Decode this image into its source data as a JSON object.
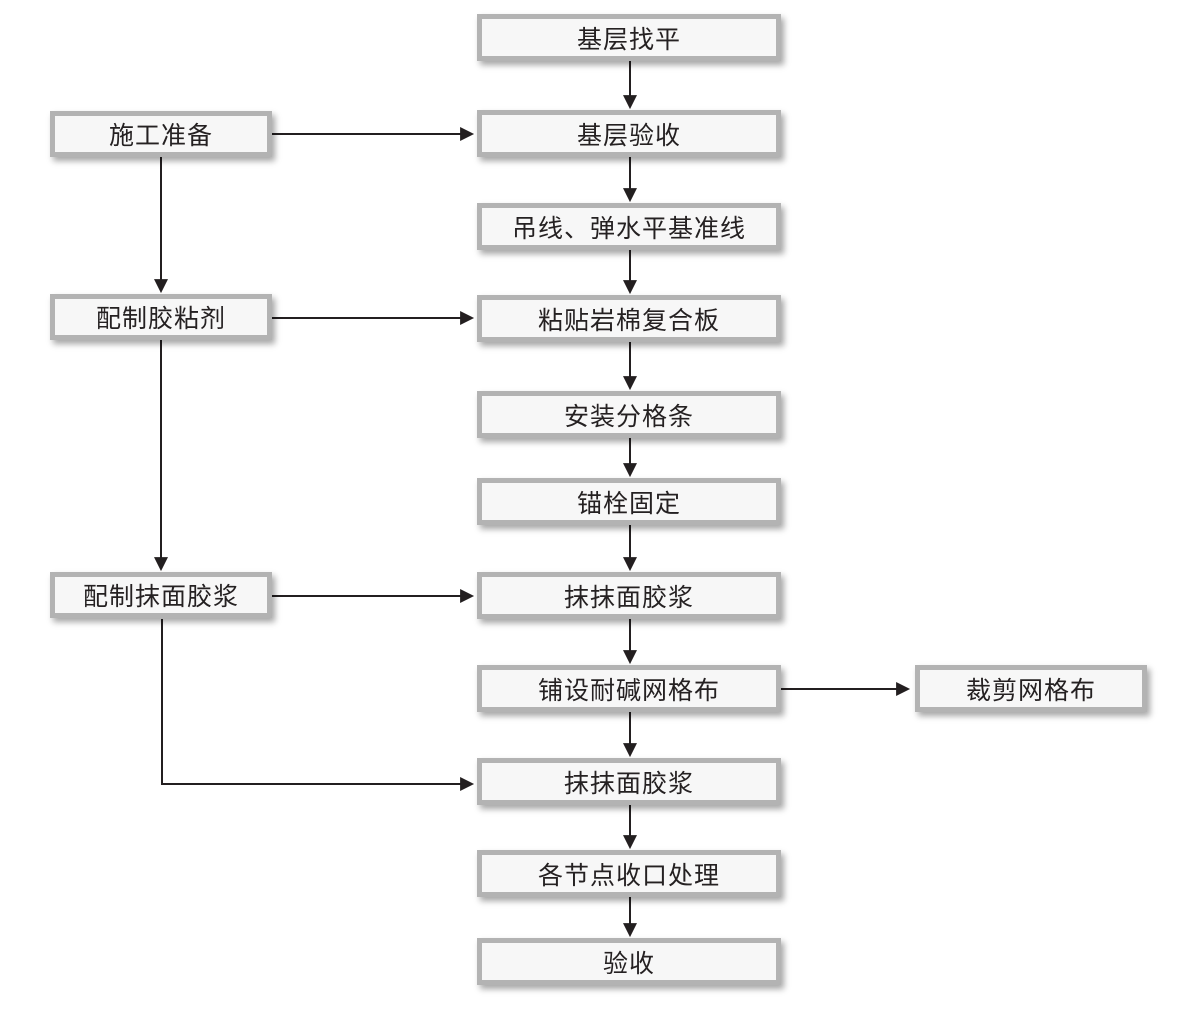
{
  "flowchart": {
    "left_column": [
      {
        "label": "施工准备"
      },
      {
        "label": "配制胶粘剂"
      },
      {
        "label": "配制抹面胶浆"
      }
    ],
    "center_column": [
      {
        "label": "基层找平"
      },
      {
        "label": "基层验收"
      },
      {
        "label": "吊线、弹水平基准线"
      },
      {
        "label": "粘贴岩棉复合板"
      },
      {
        "label": "安装分格条"
      },
      {
        "label": "锚栓固定"
      },
      {
        "label": "抹抹面胶浆"
      },
      {
        "label": "铺设耐碱网格布"
      },
      {
        "label": "抹抹面胶浆"
      },
      {
        "label": "各节点收口处理"
      },
      {
        "label": "验收"
      }
    ],
    "right_column": [
      {
        "label": "裁剪网格布"
      }
    ],
    "edges": [
      {
        "from": "基层找平",
        "to": "基层验收"
      },
      {
        "from": "基层验收",
        "to": "吊线、弹水平基准线"
      },
      {
        "from": "吊线、弹水平基准线",
        "to": "粘贴岩棉复合板"
      },
      {
        "from": "粘贴岩棉复合板",
        "to": "安装分格条"
      },
      {
        "from": "安装分格条",
        "to": "锚栓固定"
      },
      {
        "from": "锚栓固定",
        "to": "抹抹面胶浆"
      },
      {
        "from": "抹抹面胶浆",
        "to": "铺设耐碱网格布"
      },
      {
        "from": "铺设耐碱网格布",
        "to": "抹抹面胶浆"
      },
      {
        "from": "抹抹面胶浆",
        "to": "各节点收口处理"
      },
      {
        "from": "各节点收口处理",
        "to": "验收"
      },
      {
        "from": "施工准备",
        "to": "基层验收"
      },
      {
        "from": "施工准备",
        "to": "配制胶粘剂"
      },
      {
        "from": "配制胶粘剂",
        "to": "粘贴岩棉复合板"
      },
      {
        "from": "配制胶粘剂",
        "to": "配制抹面胶浆"
      },
      {
        "from": "配制抹面胶浆",
        "to": "抹抹面胶浆"
      },
      {
        "from": "配制抹面胶浆",
        "to": "抹抹面胶浆(第二道)"
      },
      {
        "from": "铺设耐碱网格布",
        "to": "裁剪网格布"
      }
    ],
    "colors": {
      "node_border": "#b3b3b3",
      "node_fill": "#f7f7f7",
      "text": "#252122",
      "arrow": "#231f20"
    }
  }
}
